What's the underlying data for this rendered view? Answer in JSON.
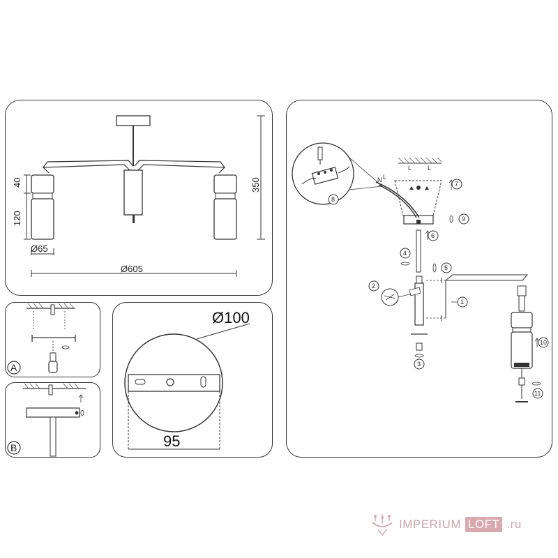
{
  "dimensions": {
    "height_top": "40",
    "height_bottom": "120",
    "total_height": "350",
    "shade_diameter": "Ø65",
    "span_diameter": "Ø605",
    "canopy_diameter": "Ø100",
    "plate_width": "95"
  },
  "panel_labels": {
    "a": "A",
    "b": "B"
  },
  "wire_labels": {
    "n": "N",
    "l": "L",
    "l_left": "L",
    "l_right": "L"
  },
  "steps": [
    "1",
    "2",
    "3",
    "4",
    "5",
    "6",
    "7",
    "8",
    "9",
    "10",
    "11"
  ],
  "watermark": {
    "brand": "IMPERIUM",
    "box": "LOFT",
    "tld": ".ru"
  }
}
